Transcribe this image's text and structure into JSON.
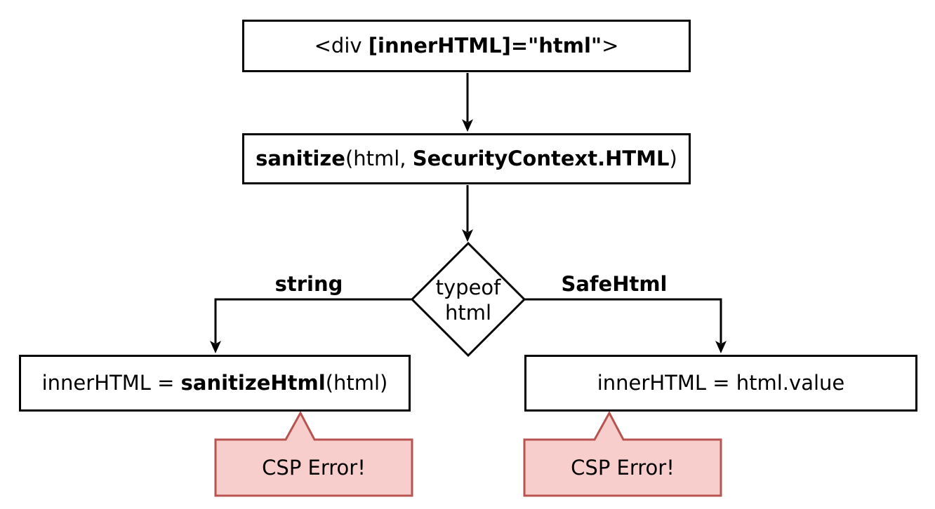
{
  "colors": {
    "background": "#ffffff",
    "line": "#000000",
    "text": "#000000",
    "callout_fill": "#f8cecc",
    "callout_stroke": "#b85450"
  },
  "nodes": {
    "template_box": {
      "pre": "<div ",
      "bold": "[innerHTML]=\"html\"",
      "post": ">"
    },
    "sanitize_box": {
      "bold_fn": "sanitize",
      "mid": "(html, ",
      "bold_arg": "SecurityContext.HTML",
      "post": ")"
    },
    "decision_diamond": {
      "line1": "typeof",
      "line2": "html"
    },
    "branch_left_label": "string",
    "branch_right_label": "SafeHtml",
    "string_box": {
      "pre": "innerHTML = ",
      "bold": "sanitizeHtml",
      "post": "(html)"
    },
    "safehtml_box": {
      "text": "innerHTML = html.value"
    },
    "left_callout": {
      "text": "CSP Error!"
    },
    "right_callout": {
      "text": "CSP Error!"
    }
  }
}
